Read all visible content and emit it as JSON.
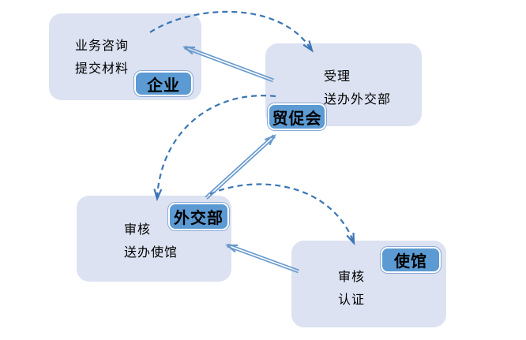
{
  "diagram": {
    "title_hint": "consular-certification-process-flow",
    "colors": {
      "background": "#ffffff",
      "box_fill": "#dce2f1",
      "badge_fill": "#5b9ad2",
      "badge_rim": "#ffffff",
      "dashed_arrow": "#3b76b5",
      "solid_arrow": "#6699cc",
      "text": "#000000"
    },
    "nodes": [
      {
        "id": "enterprise",
        "badge": "企业",
        "lines": [
          "业务咨询",
          "提交材料"
        ]
      },
      {
        "id": "ccpit",
        "badge": "贸促会",
        "lines": [
          "受理",
          "送办外交部"
        ]
      },
      {
        "id": "mfa",
        "badge": "外交部",
        "lines": [
          "审核",
          "送办使馆"
        ]
      },
      {
        "id": "embassy",
        "badge": "使馆",
        "lines": [
          "审核",
          "认证"
        ]
      }
    ],
    "edges": [
      {
        "from": "企业",
        "to": "贸促会",
        "style": "dashed-curve"
      },
      {
        "from": "贸促会",
        "to": "企业",
        "style": "double-line"
      },
      {
        "from": "贸促会",
        "to": "外交部",
        "style": "dashed-curve"
      },
      {
        "from": "外交部",
        "to": "贸促会",
        "style": "double-line"
      },
      {
        "from": "外交部",
        "to": "使馆",
        "style": "dashed-curve"
      },
      {
        "from": "使馆",
        "to": "外交部",
        "style": "double-line"
      }
    ]
  }
}
